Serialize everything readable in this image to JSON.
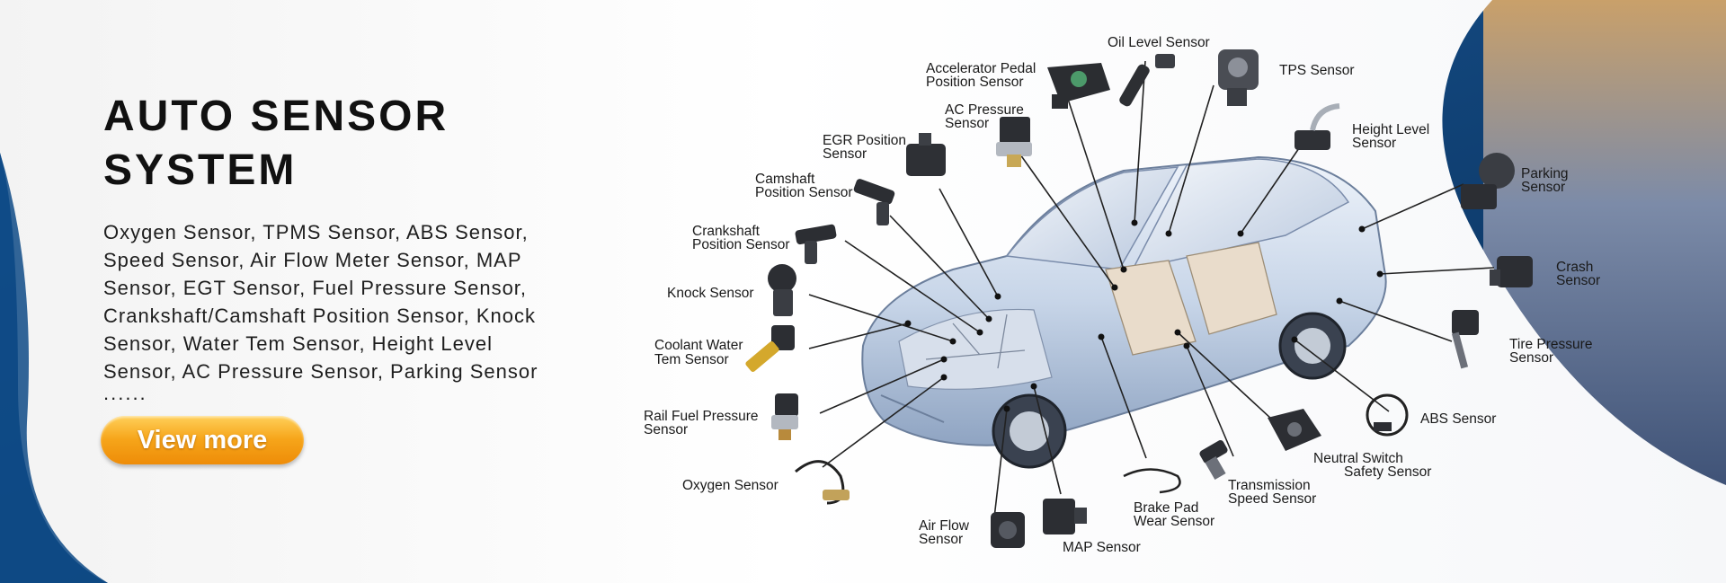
{
  "hero": {
    "title_line1": "AUTO SENSOR",
    "title_line2": "SYSTEM",
    "description": "Oxygen Sensor, TPMS Sensor, ABS Sensor, Speed Sensor, Air Flow Meter Sensor, MAP Sensor, EGT Sensor, Fuel Pressure Sensor, Crankshaft/Camshaft Position Sensor, Knock Sensor, Water Tem Sensor, Height Level Sensor, AC Pressure Sensor, Parking Sensor",
    "ellipsis": "......",
    "button_label": "View more"
  },
  "sensors": {
    "oil_level": [
      "Oil Level Sensor"
    ],
    "accelerator_pedal": [
      "Accelerator Pedal",
      "Position Sensor"
    ],
    "tps": [
      "TPS Sensor"
    ],
    "ac_pressure": [
      "AC Pressure",
      "Sensor"
    ],
    "height_level": [
      "Height Level",
      "Sensor"
    ],
    "egr_position": [
      "EGR Position",
      "Sensor"
    ],
    "camshaft": [
      "Camshaft",
      "Position Sensor"
    ],
    "parking": [
      "Parking",
      "Sensor"
    ],
    "crankshaft": [
      "Crankshaft",
      "Position Sensor"
    ],
    "crash": [
      "Crash",
      "Sensor"
    ],
    "knock": [
      "Knock Sensor"
    ],
    "coolant_water": [
      "Coolant Water",
      "Tem Sensor"
    ],
    "tire_pressure": [
      "Tire Pressure",
      "Sensor"
    ],
    "rail_fuel_pressure": [
      "Rail Fuel Pressure",
      "Sensor"
    ],
    "abs": [
      "ABS Sensor"
    ],
    "oxygen": [
      "Oxygen Sensor"
    ],
    "neutral_switch": [
      "Neutral Switch",
      "Safety Sensor"
    ],
    "transmission_speed": [
      "Transmission",
      "Speed Sensor"
    ],
    "brake_pad": [
      "Brake Pad",
      "Wear Sensor"
    ],
    "air_flow": [
      "Air Flow",
      "Sensor"
    ],
    "map": [
      "MAP Sensor"
    ]
  },
  "colors": {
    "accent_blue": "#0d3f72",
    "button_orange": "#f6a51a",
    "text_dark": "#111111"
  }
}
